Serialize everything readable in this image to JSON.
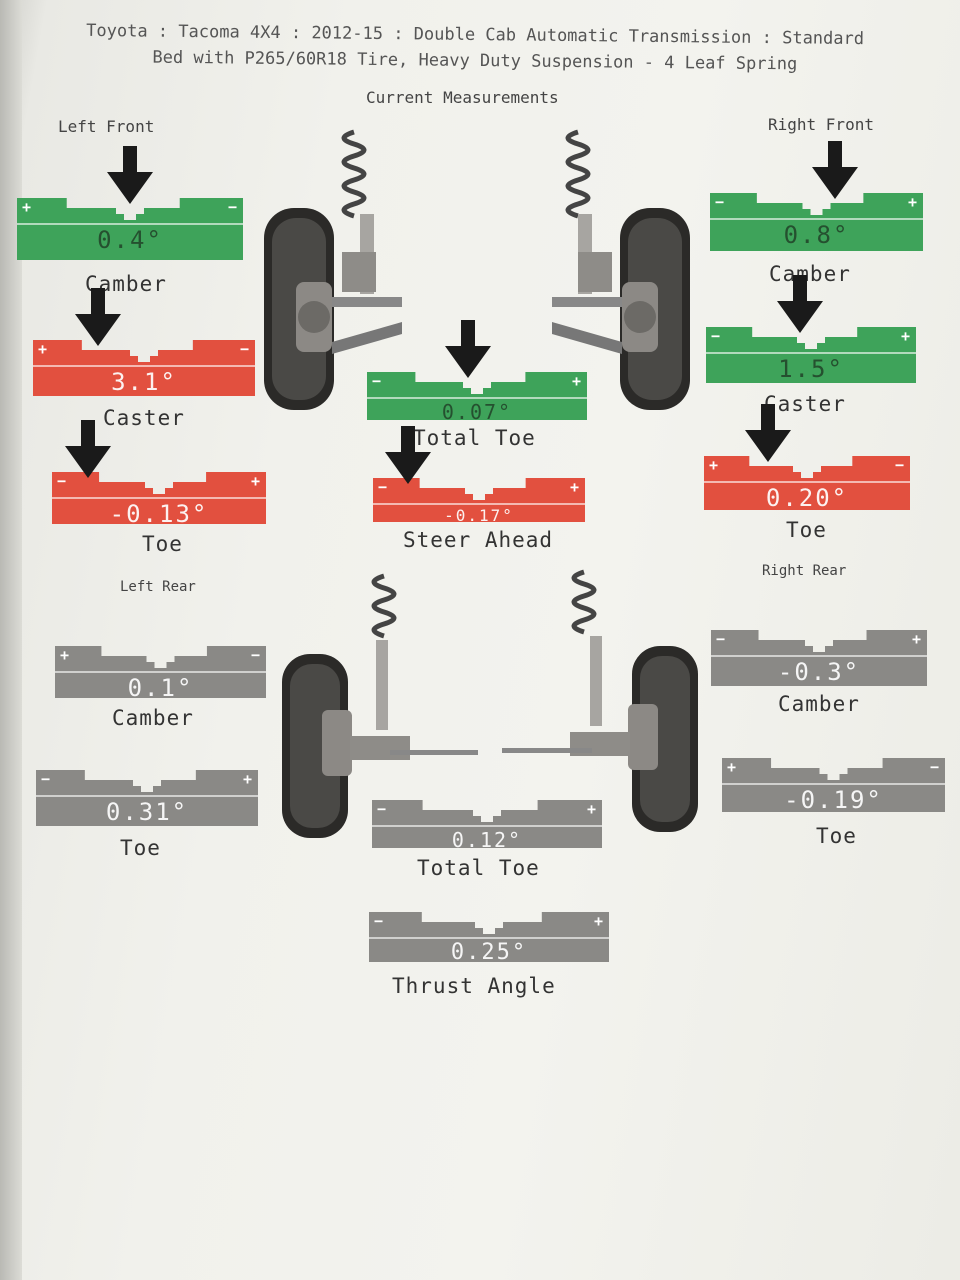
{
  "header": {
    "line1": "Toyota : Tacoma 4X4 : 2012-15 : Double Cab Automatic Transmission : Standard",
    "line2": "Bed with P265/60R18 Tire, Heavy Duty Suspension - 4 Leaf Spring"
  },
  "current_measurements": "Current Measurements",
  "front": {
    "left_title": "Left Front",
    "right_title": "Right Front",
    "left_camber": {
      "value": "0.4°",
      "label": "Camber",
      "status": "green",
      "left_sign": "+",
      "right_sign": "−"
    },
    "left_caster": {
      "value": "3.1°",
      "label": "Caster",
      "status": "red",
      "left_sign": "+",
      "right_sign": "−"
    },
    "left_toe": {
      "value": "-0.13°",
      "label": "Toe",
      "status": "red",
      "left_sign": "−",
      "right_sign": "+"
    },
    "right_camber": {
      "value": "0.8°",
      "label": "Camber",
      "status": "green",
      "left_sign": "−",
      "right_sign": "+"
    },
    "right_caster": {
      "value": "1.5°",
      "label": "Caster",
      "status": "green",
      "left_sign": "−",
      "right_sign": "+"
    },
    "right_toe": {
      "value": "0.20°",
      "label": "Toe",
      "status": "red",
      "left_sign": "+",
      "right_sign": "−"
    },
    "total_toe": {
      "value": "0.07°",
      "label": "Total Toe",
      "status": "green",
      "left_sign": "−",
      "right_sign": "+"
    },
    "steer_ahead": {
      "value": "-0.17°",
      "label": "Steer Ahead",
      "status": "red",
      "left_sign": "−",
      "right_sign": "+"
    }
  },
  "rear": {
    "left_title": "Left Rear",
    "right_title": "Right Rear",
    "left_camber": {
      "value": "0.1°",
      "label": "Camber",
      "status": "grey",
      "left_sign": "+",
      "right_sign": "−"
    },
    "left_toe": {
      "value": "0.31°",
      "label": "Toe",
      "status": "grey",
      "left_sign": "−",
      "right_sign": "+"
    },
    "right_camber": {
      "value": "-0.3°",
      "label": "Camber",
      "status": "grey",
      "left_sign": "−",
      "right_sign": "+"
    },
    "right_toe": {
      "value": "-0.19°",
      "label": "Toe",
      "status": "grey",
      "left_sign": "+",
      "right_sign": "−"
    },
    "total_toe": {
      "value": "0.12°",
      "label": "Total Toe",
      "status": "grey",
      "left_sign": "−",
      "right_sign": "+"
    },
    "thrust_angle": {
      "value": "0.25°",
      "label": "Thrust Angle",
      "status": "grey",
      "left_sign": "−",
      "right_sign": "+"
    }
  },
  "colors": {
    "green": "#3ea35a",
    "red": "#e2503f",
    "grey": "#8a8986",
    "arrow": "#1a1a1a"
  }
}
